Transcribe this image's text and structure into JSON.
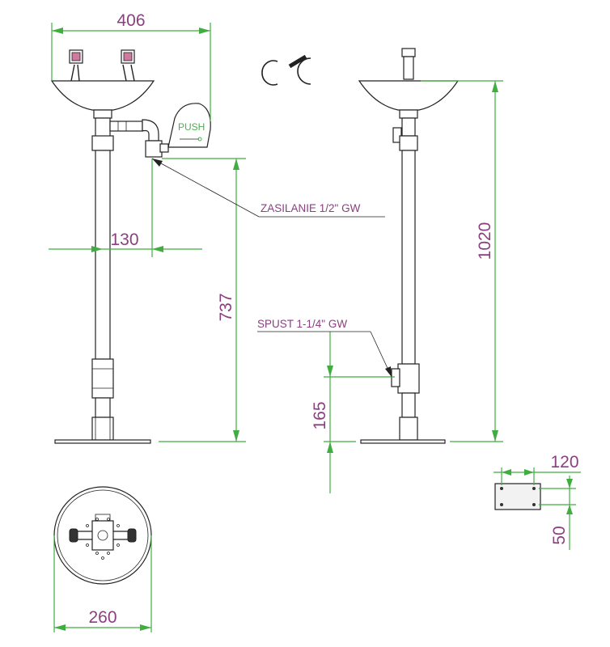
{
  "dimensions": {
    "width_top": "406",
    "offset": "130",
    "height_supply": "737",
    "height_total": "1020",
    "height_drain": "165",
    "base_diameter": "260",
    "plate_width": "120",
    "plate_height": "50"
  },
  "annotations": {
    "supply": "ZASILANIE 1/2\" GW",
    "drain": "SPUST 1-1/4\" GW",
    "push_label": "PUSH"
  },
  "colors": {
    "dimension_lines": "#3fae3f",
    "dimension_text": "#8a3f7f",
    "outline": "#222222",
    "nozzle": "#d07aa0"
  },
  "icons": [
    "ce-mark"
  ]
}
